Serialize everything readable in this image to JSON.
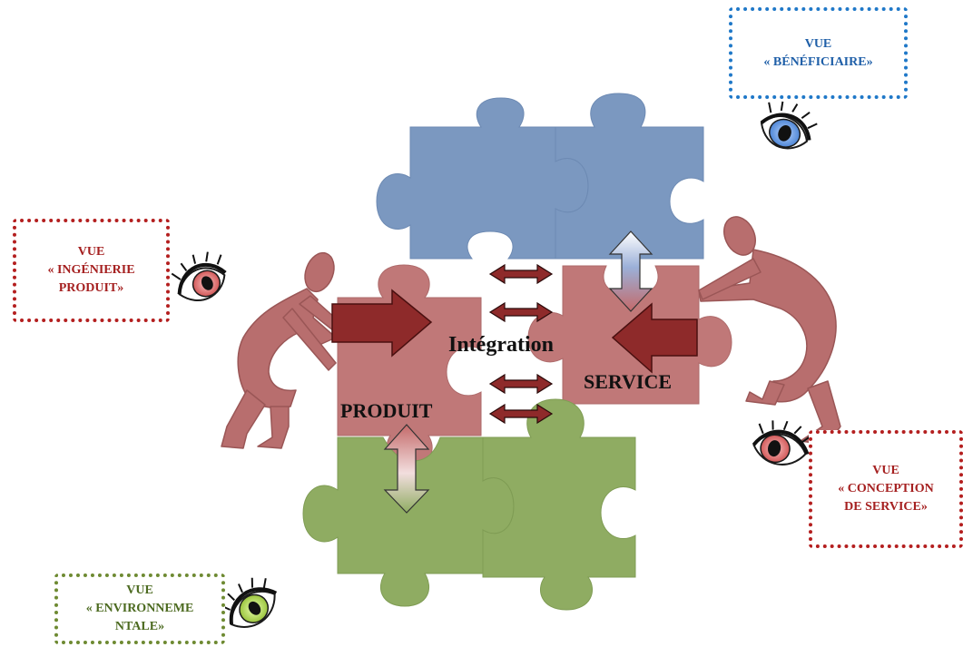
{
  "views": {
    "beneficiaire": {
      "line1": "VUE",
      "line2": "« BÉNÉFICIAIRE»"
    },
    "ingenierie_produit": {
      "line1": "VUE",
      "line2": "« INGÉNIERIE",
      "line3": "PRODUIT»"
    },
    "conception_service": {
      "line1": "VUE",
      "line2": "« CONCEPTION",
      "line3": "DE SERVICE»"
    },
    "environnementale": {
      "line1": "VUE",
      "line2": "« ENVIRONNEME",
      "line3": "NTALE»"
    }
  },
  "labels": {
    "integration": "Intégration",
    "produit": "PRODUIT",
    "service": "SERVICE"
  },
  "colors": {
    "blue_view": "#1f78c8",
    "red_view": "#b41f1f",
    "green_view": "#6e8a32",
    "puzzle_blue": "#7b98c0",
    "puzzle_red": "#c07878",
    "puzzle_green": "#8fac62",
    "figure": "#b86e6e",
    "arrow_dark_red": "#8e2a2a"
  },
  "icons": [
    "eye-icon",
    "double-arrow-icon",
    "push-arrow-icon",
    "puzzle-piece-icon",
    "person-pushing-figure"
  ]
}
